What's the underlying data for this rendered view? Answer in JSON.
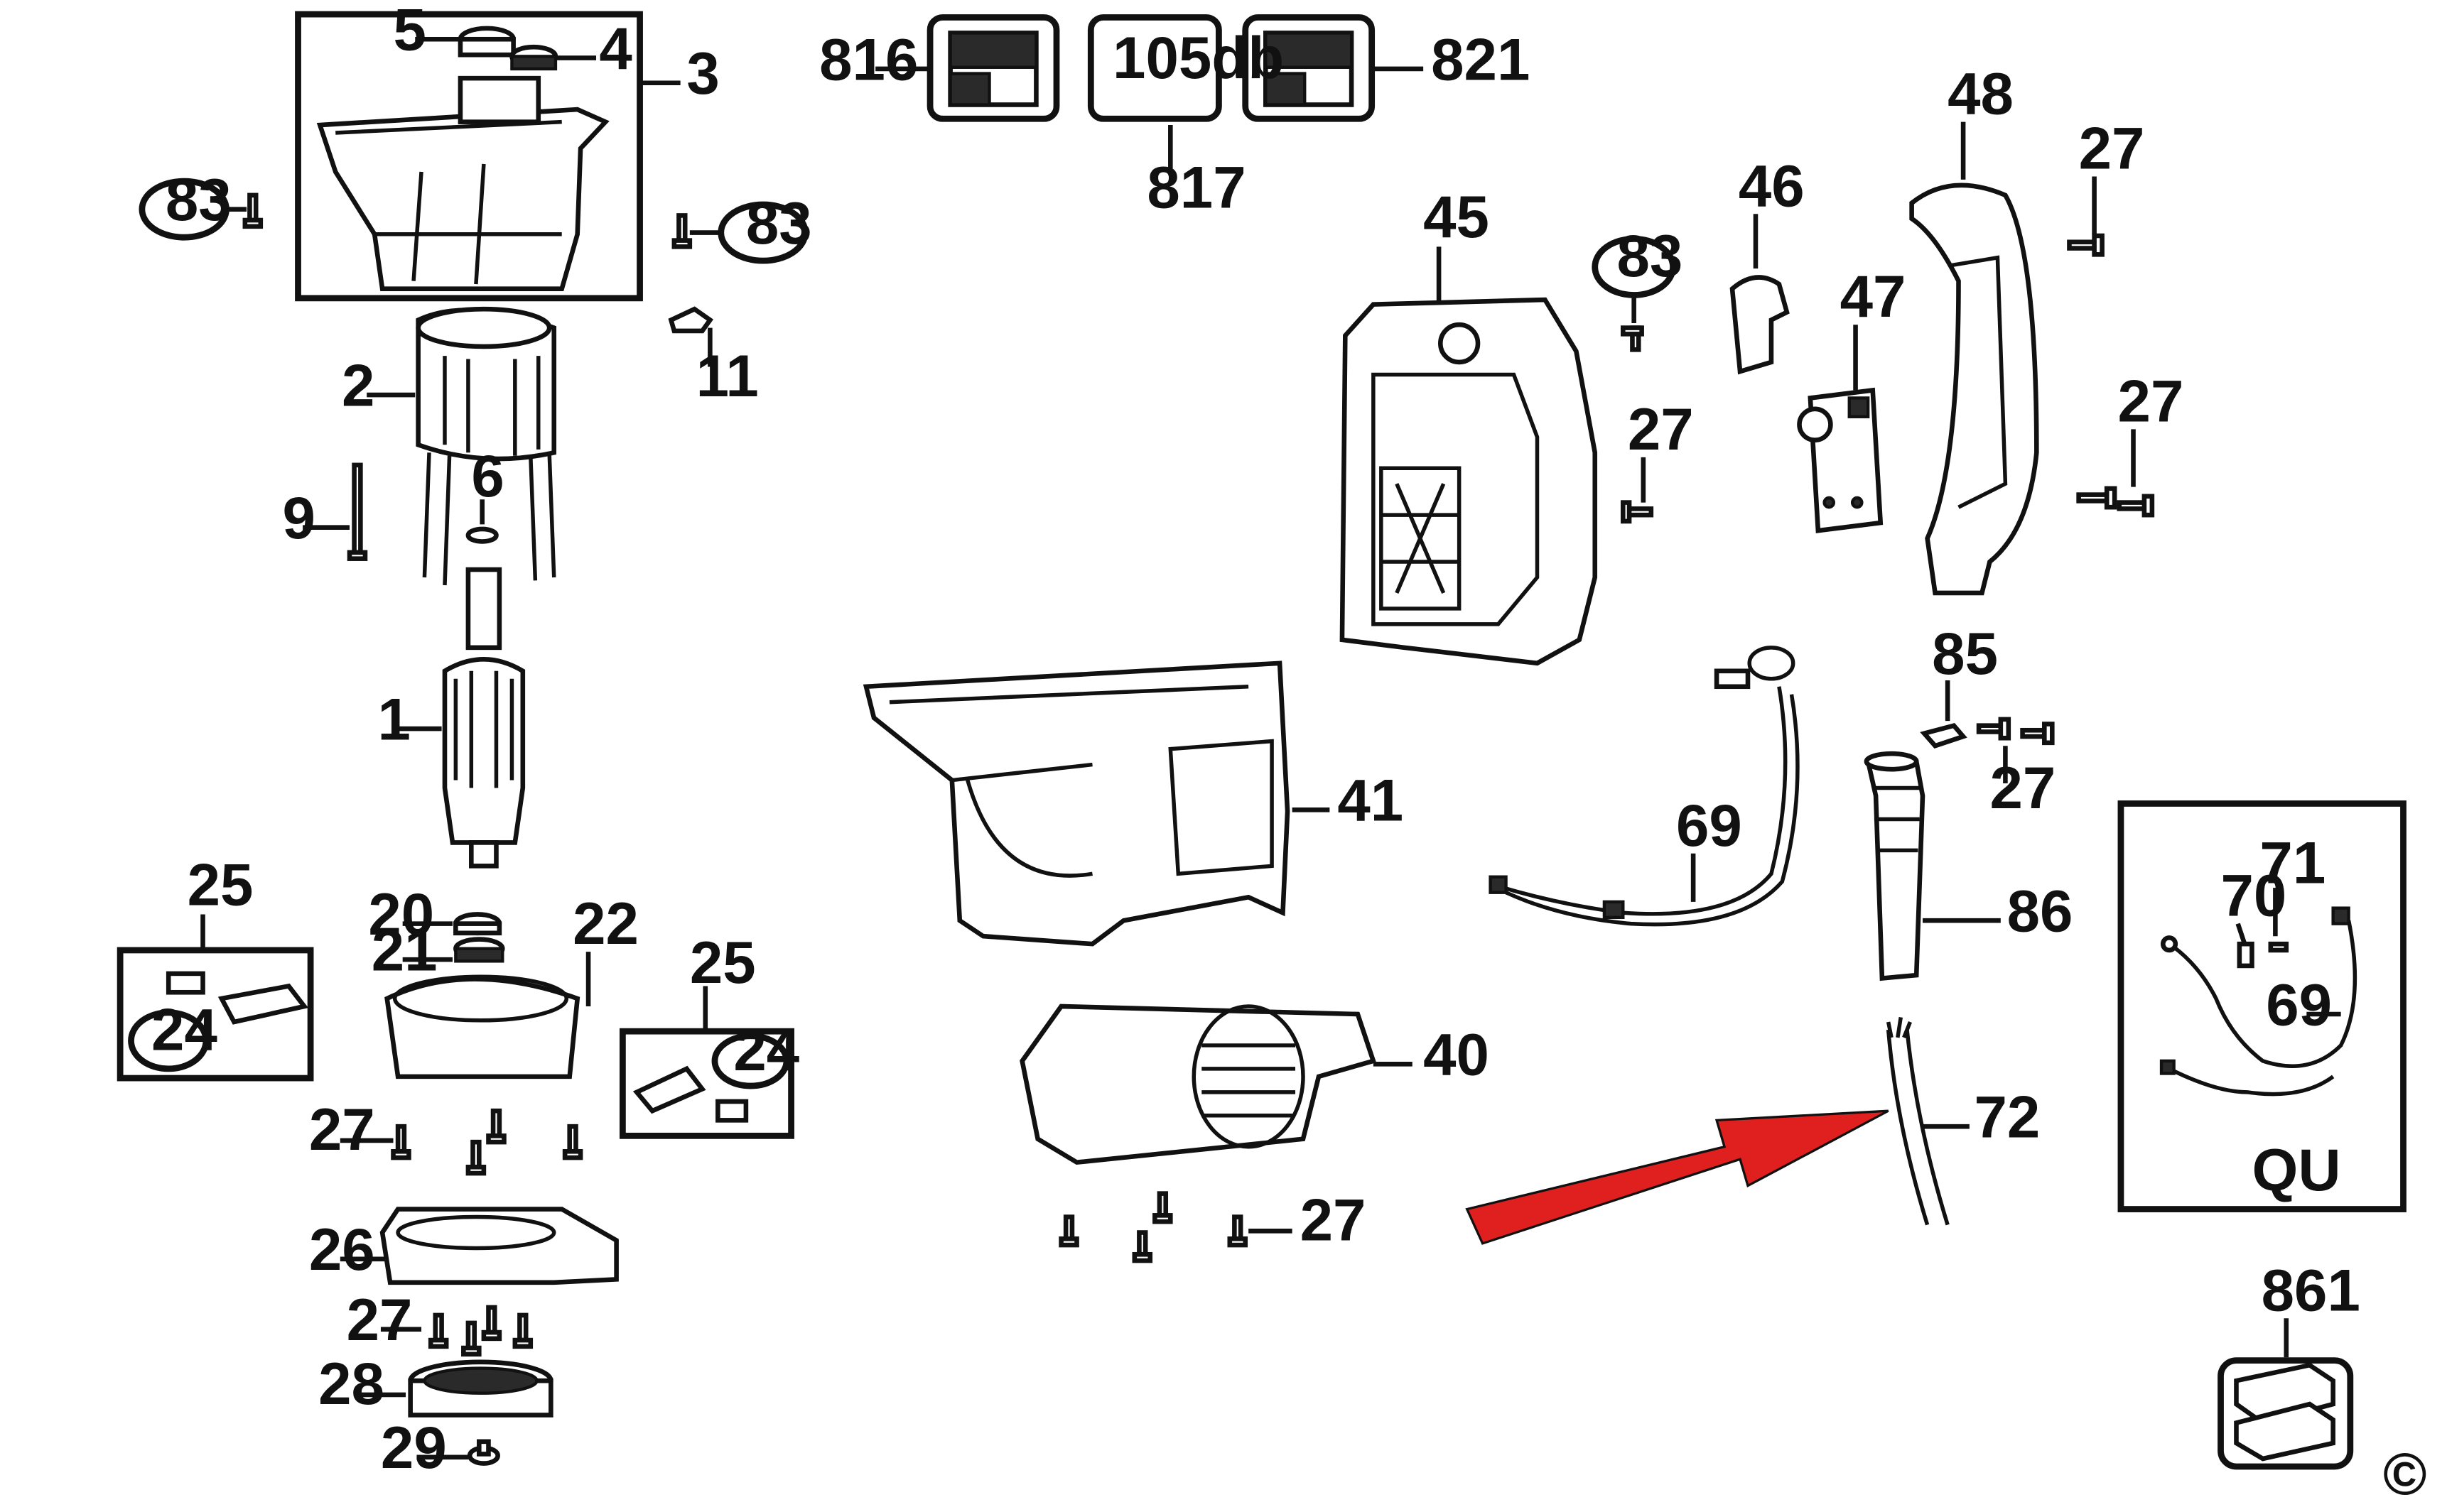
{
  "diagram": {
    "labels": {
      "p1": "1",
      "p2": "2",
      "p3": "3",
      "p4": "4",
      "p5": "5",
      "p6": "6",
      "p9": "9",
      "p11": "11",
      "p20": "20",
      "p21": "21",
      "p22": "22",
      "p24": "24",
      "p25": "25",
      "p26": "26",
      "p27": "27",
      "p28": "28",
      "p29": "29",
      "p40": "40",
      "p41": "41",
      "p45": "45",
      "p46": "46",
      "p47": "47",
      "p48": "48",
      "p69": "69",
      "p70": "70",
      "p71": "71",
      "p72": "72",
      "p83": "83",
      "p85": "85",
      "p86": "86",
      "p816": "816",
      "p817": "817",
      "p821": "821",
      "p861": "861",
      "qu": "QU",
      "db": "105db",
      "copyright": "©"
    },
    "colors": {
      "arrow": "#e0201f",
      "ink": "#111111"
    }
  }
}
